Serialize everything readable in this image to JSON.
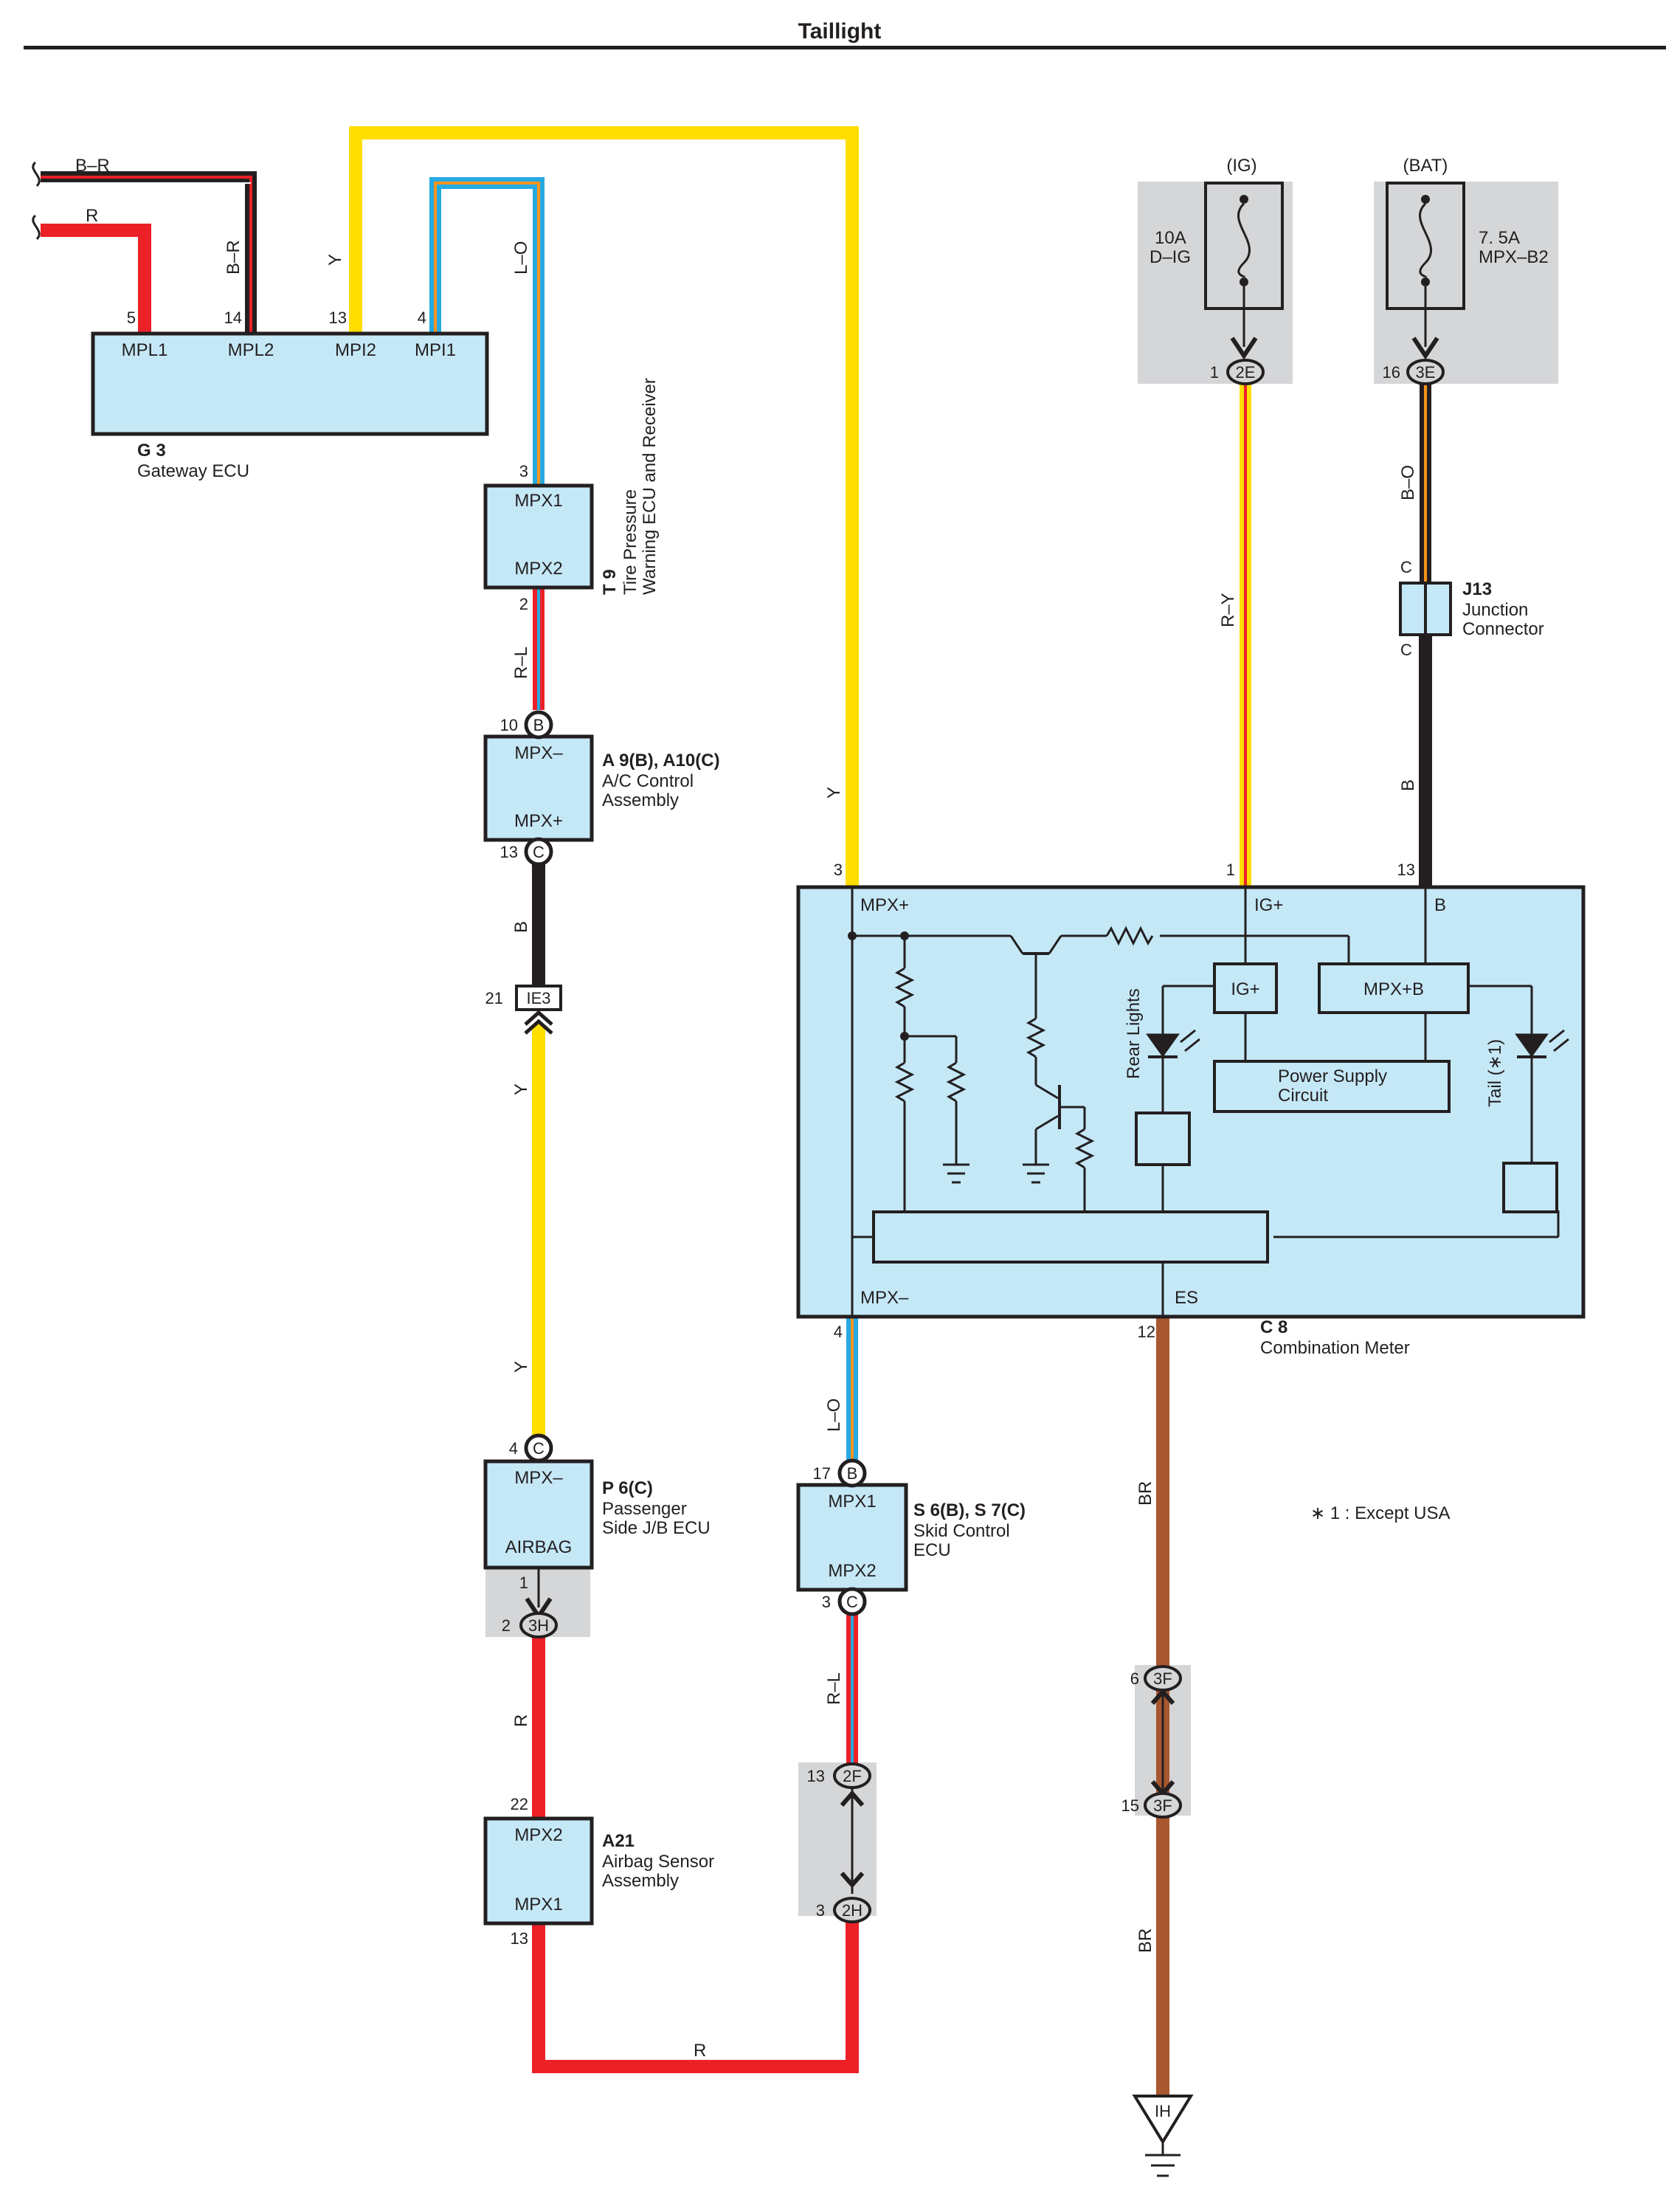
{
  "title": "Taillight",
  "colors": {
    "ecu_fill": "#c5e8f7",
    "shade": "#d5d6d8",
    "wire_yellow": "#ffde00",
    "wire_red": "#ec2027",
    "wire_black": "#231f20",
    "wire_brown": "#a9572f",
    "wire_blue": "#27a9e1",
    "wire_orange": "#f7941d"
  },
  "power": {
    "ig": {
      "label": "(IG)",
      "fuse_amp": "10A",
      "fuse_name": "D–IG",
      "pin": "1",
      "connector": "2E"
    },
    "bat": {
      "label": "(BAT)",
      "fuse_amp": "7. 5A",
      "fuse_name": "MPX–B2",
      "pin": "16",
      "connector": "3E"
    }
  },
  "wires": {
    "b_r": "B–R",
    "r": "R",
    "y": "Y",
    "l_o": "L–O",
    "r_l": "R–L",
    "b": "B",
    "r_y": "R–Y",
    "b_o": "B–O",
    "br": "BR"
  },
  "gateway": {
    "code": "G 3",
    "name": "Gateway ECU",
    "pins": [
      {
        "num": "5",
        "label": "MPL1"
      },
      {
        "num": "14",
        "label": "MPL2"
      },
      {
        "num": "13",
        "label": "MPI2"
      },
      {
        "num": "4",
        "label": "MPI1"
      }
    ]
  },
  "tpms": {
    "code": "T 9",
    "name_line1": "Tire Pressure",
    "name_line2": "Warning ECU and Receiver",
    "top_label": "MPX1",
    "bottom_label": "MPX2",
    "pin_top": "3",
    "pin_bottom": "2"
  },
  "ac": {
    "code": "A 9(B), A10(C)",
    "name_line1": "A/C Control",
    "name_line2": "Assembly",
    "top_label": "MPX–",
    "bottom_label": "MPX+",
    "pin_top": "10",
    "conn_top": "B",
    "pin_bottom": "13",
    "conn_bottom": "C"
  },
  "ie3": {
    "pin": "21",
    "label": "IE3"
  },
  "passenger_jb": {
    "code": "P 6(C)",
    "name_line1": "Passenger",
    "name_line2": "Side J/B ECU",
    "top_label": "MPX–",
    "bottom_label": "AIRBAG",
    "pin_top": "4",
    "conn_top": "C",
    "pin_inner": "1",
    "pin_out": "2",
    "conn_out": "3H"
  },
  "airbag": {
    "code": "A21",
    "name_line1": "Airbag Sensor",
    "name_line2": "Assembly",
    "top_label": "MPX2",
    "bottom_label": "MPX1",
    "pin_top": "22",
    "pin_bottom": "13"
  },
  "skid": {
    "code": "S 6(B), S 7(C)",
    "name_line1": "Skid Control",
    "name_line2": "ECU",
    "top_label": "MPX1",
    "bottom_label": "MPX2",
    "pin_top": "17",
    "conn_top": "B",
    "pin_bottom": "3",
    "conn_bottom": "C"
  },
  "conn_2f_2h": {
    "pin_a": "13",
    "conn_a": "2F",
    "pin_b": "3",
    "conn_b": "2H"
  },
  "conn_3f": {
    "pin_a": "6",
    "conn_a": "3F",
    "pin_b": "15",
    "conn_b": "3F"
  },
  "j13": {
    "code": "J13",
    "name_line1": "Junction",
    "name_line2": "Connector",
    "pin_top": "C",
    "pin_bottom": "C"
  },
  "meter": {
    "code": "C 8",
    "name": "Combination Meter",
    "pin_mpx_plus": "3",
    "label_mpx_plus": "MPX+",
    "pin_ig": "1",
    "label_ig": "IG+",
    "pin_b": "13",
    "label_b": "B",
    "pin_mpx_minus": "4",
    "label_mpx_minus": "MPX–",
    "pin_es": "12",
    "label_es": "ES",
    "inner_ig": "IG+",
    "inner_mpxb": "MPX+B",
    "psc_line1": "Power Supply",
    "psc_line2": "Circuit",
    "rear_lights": "Rear Lights",
    "tail": "Tail (∗1)"
  },
  "ground": {
    "label": "IH"
  },
  "footnote": "∗ 1 : Except USA"
}
